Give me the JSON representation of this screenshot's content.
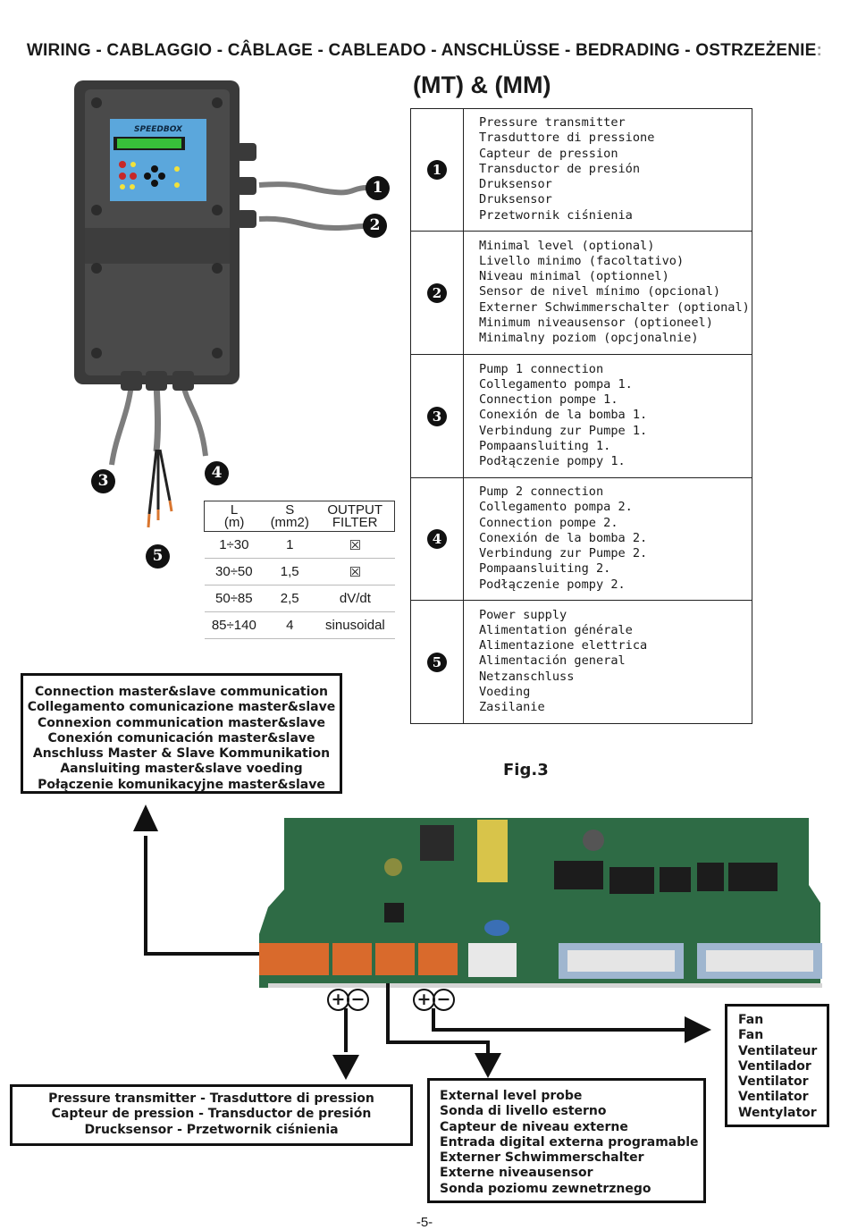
{
  "header": {
    "title": "WIRING - CABLAGGIO - CÂBLAGE - CABLEADO -  ANSCHLÜSSE - BEDRADING - OSTRZEŻENIE",
    "subtitle": "(MT) & (MM)"
  },
  "device": {
    "brand": "SPEEDBOX"
  },
  "legend": [
    {
      "num": "1",
      "lines": [
        "Pressure transmitter",
        "Trasduttore di pressione",
        "Capteur de pression",
        "Transductor de presión",
        "Druksensor",
        "Druksensor",
        "Przetwornik ciśnienia"
      ]
    },
    {
      "num": "2",
      "lines": [
        "Minimal level (optional)",
        "Livello minimo (facoltativo)",
        "Niveau minimal (optionnel)",
        "Sensor de nivel mínimo (opcional)",
        "Externer Schwimmerschalter (optional)",
        "Minimum niveausensor (optioneel)",
        "Minimalny poziom (opcjonalnie)"
      ]
    },
    {
      "num": "3",
      "lines": [
        "Pump 1 connection",
        "Collegamento pompa 1.",
        "Connection pompe 1.",
        "Conexión de la bomba 1.",
        "Verbindung zur Pumpe 1.",
        "Pompaansluiting 1.",
        "Podłączenie pompy 1."
      ]
    },
    {
      "num": "4",
      "lines": [
        "Pump 2 connection",
        "Collegamento pompa 2.",
        "Connection pompe 2.",
        "Conexión de la bomba 2.",
        "Verbindung zur Pumpe 2.",
        "Pompaansluiting 2.",
        "Podłączenie pompy 2."
      ]
    },
    {
      "num": "5",
      "lines": [
        "Power supply",
        "Alimentation générale",
        "Alimentazione elettrica",
        "Alimentación general",
        "Netzanschluss",
        "Voeding",
        "Zasilanie"
      ]
    }
  ],
  "cable_table": {
    "headers": [
      {
        "top": "L",
        "bottom": "(m)"
      },
      {
        "top": "S",
        "bottom": "(mm2)"
      },
      {
        "top": "OUTPUT",
        "bottom": "FILTER"
      }
    ],
    "rows": [
      [
        "1÷30",
        "1",
        "☒"
      ],
      [
        "30÷50",
        "1,5",
        "☒"
      ],
      [
        "50÷85",
        "2,5",
        "dV/dt"
      ],
      [
        "85÷140",
        "4",
        "sinusoidal"
      ]
    ]
  },
  "master_slave_box": [
    "Connection master&slave communication",
    "Collegamento comunicazione master&slave",
    "Connexion communication master&slave",
    "Conexión comunicación master&slave",
    "Anschluss Master & Slave Kommunikation",
    "Aansluiting master&slave voeding",
    "Połączenie komunikacyjne master&slave"
  ],
  "figure_label": "Fig.3",
  "pressure_box": [
    "Pressure transmitter - Trasduttore di pression",
    "Capteur de pression - Transductor de presión",
    "Drucksensor - Przetwornik ciśnienia"
  ],
  "level_box": [
    "External level probe",
    "Sonda di livello esterno",
    "Capteur de niveau externe",
    "Entrada digital externa programable",
    "Externer Schwimmerschalter",
    "Externe niveausensor",
    "Sonda poziomu zewnetrznego"
  ],
  "fan_box": [
    "Fan",
    "Fan",
    "Ventilateur",
    "Ventilador",
    "Ventilator",
    "Ventilator",
    "Wentylator"
  ],
  "polarity": {
    "plus": "+",
    "minus": "−"
  },
  "page_number": "-5-"
}
